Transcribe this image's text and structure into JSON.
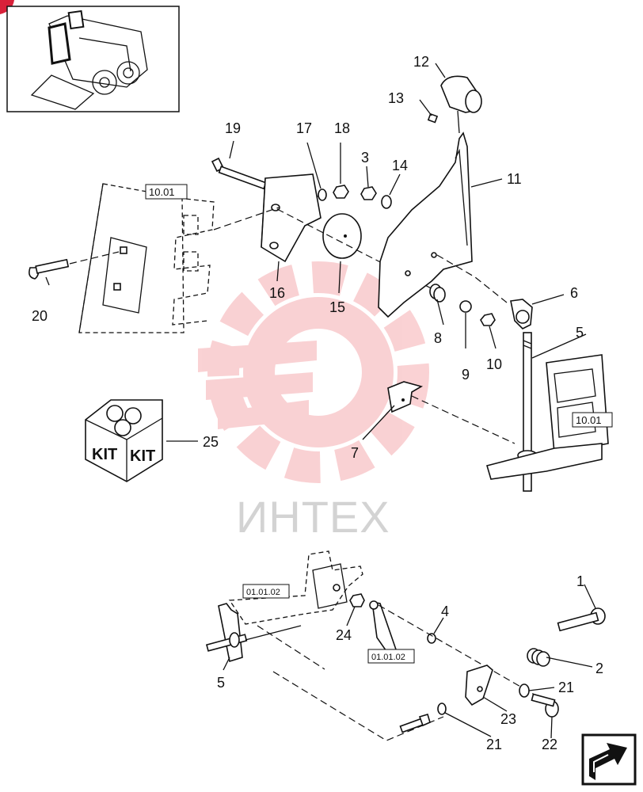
{
  "watermark": {
    "text": "ИНТЕХ",
    "color": "#e8323c"
  },
  "accent": {
    "corner_marker": "#d8213a"
  },
  "nav_icon": "next-page-arrow-icon",
  "kit_box": {
    "label_left": "KIT",
    "label_right": "KIT"
  },
  "references": {
    "frame_upper": "10.01",
    "frame_right": "10.01",
    "linkage_left": "01.01.02",
    "linkage_mid": "01.01.02"
  },
  "callouts": {
    "p1": "1",
    "p2": "2",
    "p3": "3",
    "p4": "4",
    "p5_upper": "5",
    "p5_lower": "5",
    "p6": "6",
    "p7": "7",
    "p8": "8",
    "p9": "9",
    "p10": "10",
    "p11": "11",
    "p12": "12",
    "p13": "13",
    "p14": "14",
    "p15": "15",
    "p16": "16",
    "p17": "17",
    "p18": "18",
    "p19": "19",
    "p20": "20",
    "p21_right": "21",
    "p21_lower": "21",
    "p22": "22",
    "p23": "23",
    "p24": "24",
    "p25": "25"
  }
}
